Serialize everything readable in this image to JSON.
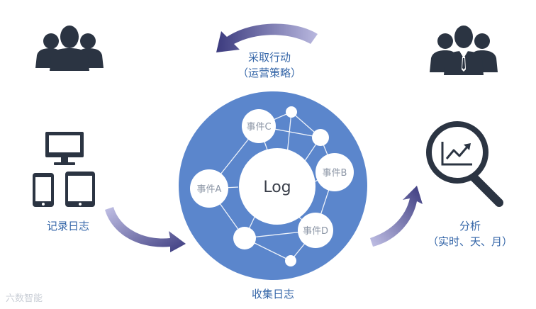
{
  "center": {
    "core_label": "Log",
    "nodes": {
      "a": "事件A",
      "b": "事件B",
      "c": "事件C",
      "d": "事件D"
    },
    "caption": "收集日志"
  },
  "top": {
    "line1": "采取行动",
    "line2": "（运营策略）"
  },
  "left": {
    "caption": "记录日志"
  },
  "right": {
    "line1": "分析",
    "line2": "（实时、天、月）"
  },
  "watermark": "六数智能",
  "colors": {
    "circle": "#5b86cc",
    "arrow": "#4d4d8a",
    "icon": "#2b3442",
    "label": "#3566a8"
  }
}
